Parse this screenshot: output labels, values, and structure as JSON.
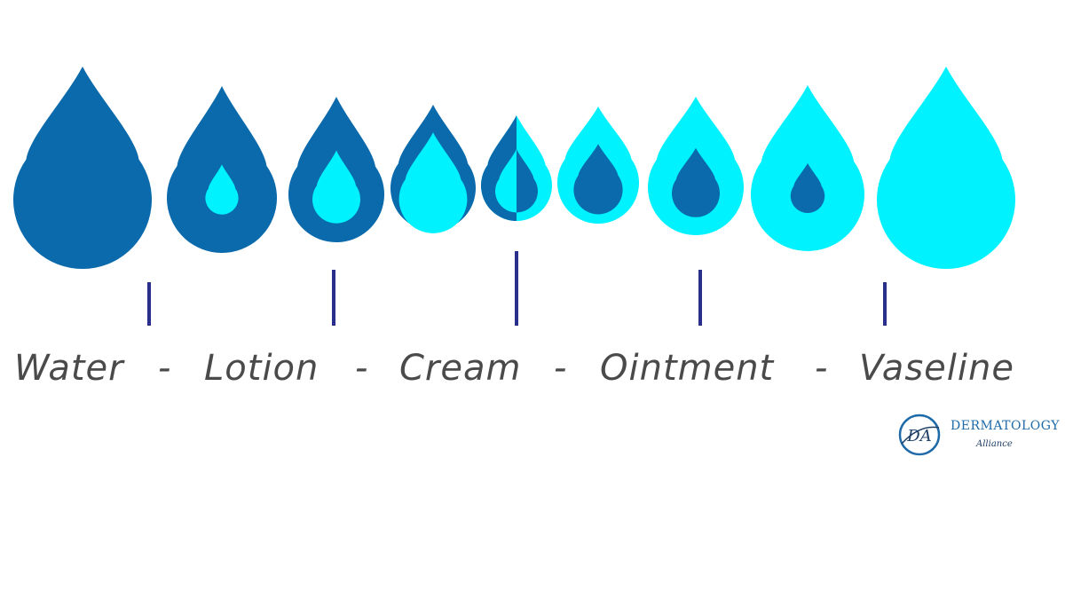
{
  "colors": {
    "water": "#0a6aac",
    "oil": "#00f2ff",
    "tick": "#2a2f8c",
    "label": "#4a4a4a",
    "brand": "#1f6aa8"
  },
  "scale": {
    "labels": [
      "Water",
      "-",
      "Lotion",
      "-",
      "Cream",
      "-",
      "Ointment",
      "-",
      "Vaseline"
    ],
    "drops": [
      {
        "name": "water",
        "outer": "water",
        "inner": "none",
        "inner_fraction": 0
      },
      {
        "name": "lotion",
        "outer": "water",
        "inner": "oil",
        "inner_fraction": 0.3
      },
      {
        "name": "lotion-cream",
        "outer": "water",
        "inner": "oil",
        "inner_fraction": 0.5
      },
      {
        "name": "cream-rich",
        "outer": "water",
        "inner": "oil",
        "inner_fraction": 0.8
      },
      {
        "name": "cream",
        "outer": "half",
        "inner": "half",
        "inner_fraction": 0.6
      },
      {
        "name": "ointment-light",
        "outer": "oil",
        "inner": "water",
        "inner_fraction": 0.6
      },
      {
        "name": "ointment",
        "outer": "oil",
        "inner": "water",
        "inner_fraction": 0.5
      },
      {
        "name": "ointment-rich",
        "outer": "oil",
        "inner": "water",
        "inner_fraction": 0.3
      },
      {
        "name": "vaseline",
        "outer": "oil",
        "inner": "none",
        "inner_fraction": 0
      }
    ]
  },
  "brand": {
    "initials": "DA",
    "name": "DERMATOLOGY",
    "tagline": "Alliance"
  }
}
